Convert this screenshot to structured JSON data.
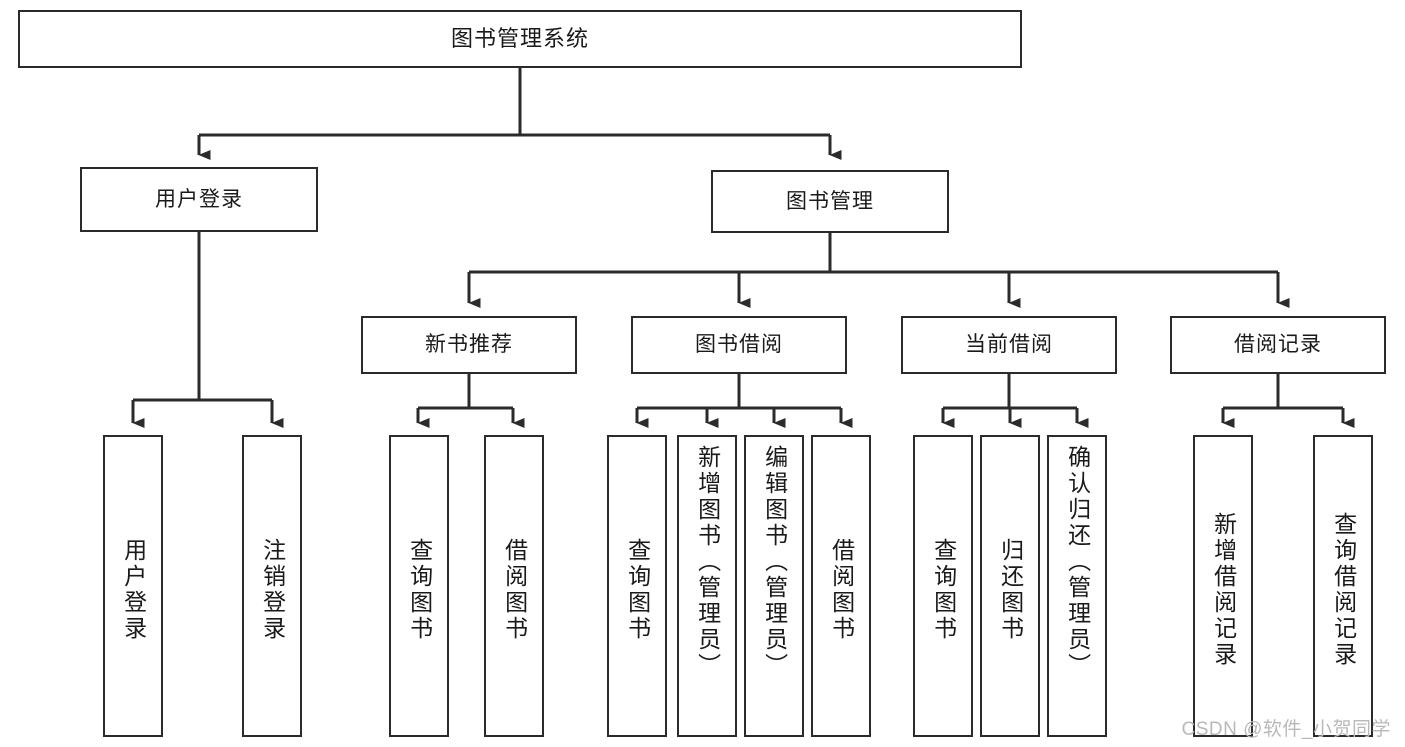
{
  "diagram": {
    "title": "图书管理系统",
    "watermark": "CSDN @软件_小贺同学",
    "stroke_color": "#2b2b2b",
    "background_color": "#ffffff",
    "text_color": "#1a1a1a",
    "nodes": {
      "root": {
        "label": "图书管理系统"
      },
      "level2": [
        {
          "label": "用户登录"
        },
        {
          "label": "图书管理"
        }
      ],
      "level3": [
        {
          "label": "新书推荐"
        },
        {
          "label": "图书借阅"
        },
        {
          "label": "当前借阅"
        },
        {
          "label": "借阅记录"
        }
      ],
      "leaves": {
        "user_login": [
          {
            "label": "用户登录"
          },
          {
            "label": "注销登录"
          }
        ],
        "new_book": [
          {
            "label": "查询图书"
          },
          {
            "label": "借阅图书"
          }
        ],
        "book_borrow": [
          {
            "label": "查询图书"
          },
          {
            "label": "新增图书（管理员）"
          },
          {
            "label": "编辑图书（管理员）"
          },
          {
            "label": "借阅图书"
          }
        ],
        "current_borrow": [
          {
            "label": "查询图书"
          },
          {
            "label": "归还图书"
          },
          {
            "label": "确认归还（管理员）"
          }
        ],
        "borrow_record": [
          {
            "label": "新增借阅记录"
          },
          {
            "label": "查询借阅记录"
          }
        ]
      }
    }
  }
}
